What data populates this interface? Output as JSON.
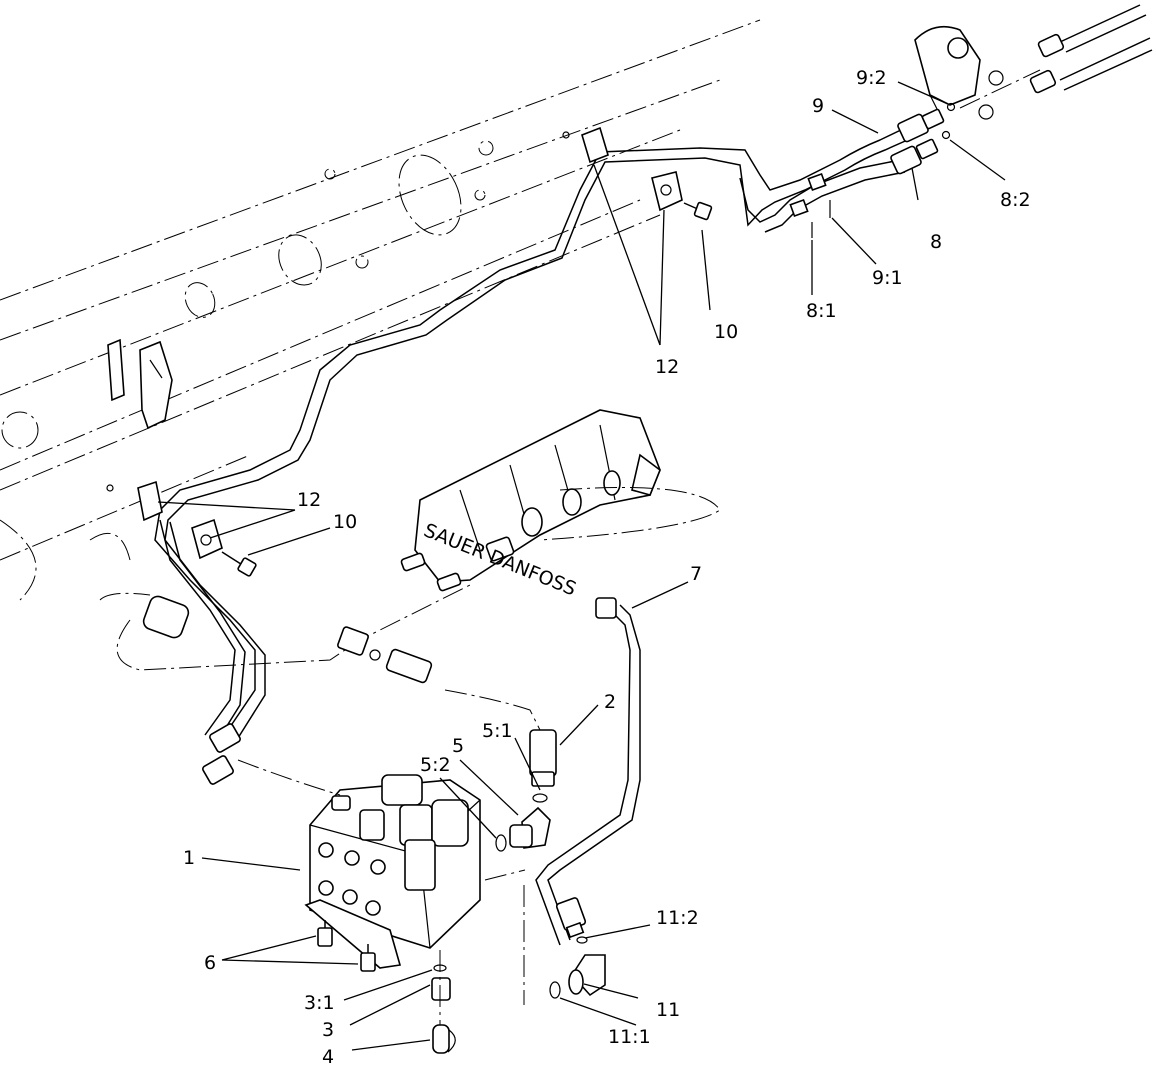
{
  "diagram": {
    "callouts": {
      "c1": "1",
      "c2": "2",
      "c3": "3",
      "c3_1": "3:1",
      "c4": "4",
      "c5": "5",
      "c5_1": "5:1",
      "c5_2": "5:2",
      "c6": "6",
      "c7": "7",
      "c8": "8",
      "c8_1": "8:1",
      "c8_2": "8:2",
      "c9": "9",
      "c9_1": "9:1",
      "c9_2": "9:2",
      "c10_upper": "10",
      "c10_lower": "10",
      "c11": "11",
      "c11_1": "11:1",
      "c11_2": "11:2",
      "c12_upper": "12",
      "c12_lower": "12"
    },
    "pump_label": "SAUER DANFOSS"
  }
}
